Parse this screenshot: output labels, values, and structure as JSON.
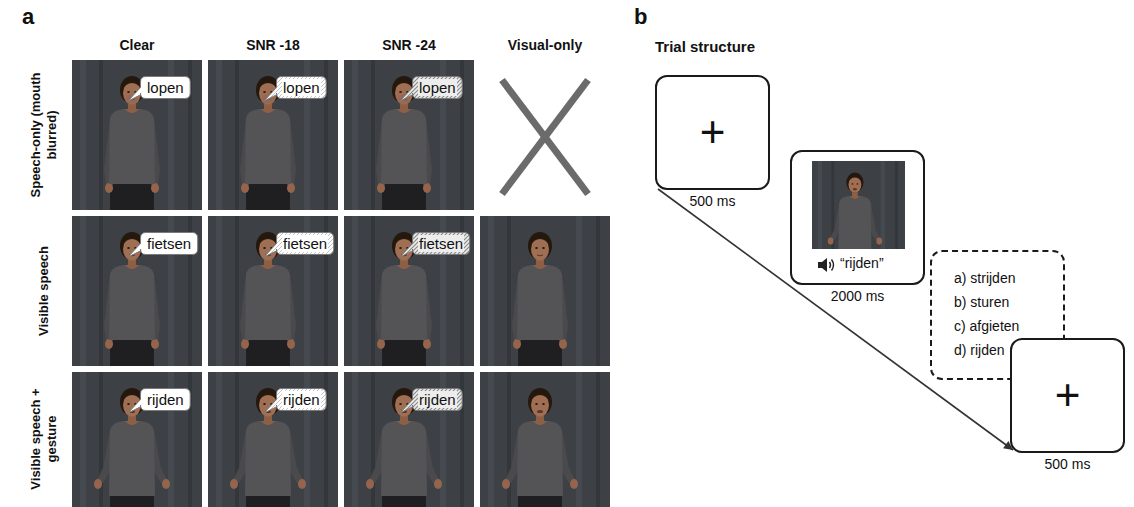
{
  "diagram": {
    "nodes": [
      {
        "text": [
          "lopen"
        ]
      },
      {
        "text": [
          "lopen"
        ]
      },
      {
        "text": [
          "lopen"
        ]
      },
      {
        "text": [
          "fietsen"
        ]
      },
      {
        "text": [
          "fietsen"
        ]
      },
      {
        "text": [
          "fietsen"
        ]
      },
      {
        "text": [
          "rijden"
        ]
      },
      {
        "text": [
          "rijden"
        ]
      },
      {
        "text": [
          "rijden"
        ]
      },
      {
        "text": [
          "+",
          "500 ms"
        ]
      },
      {
        "text": [
          "“rijden”",
          "2000 ms"
        ]
      },
      {
        "text": [
          "a) strijden",
          "b) sturen",
          "c) afgieten",
          "d) rijden"
        ]
      },
      {
        "text": [
          "+",
          "500 ms"
        ]
      }
    ],
    "edges": [
      {
        "from": 9,
        "to": 12,
        "arrow": "to"
      }
    ],
    "labels": [
      "a",
      "Clear",
      "SNR -18",
      "SNR -24",
      "Visual-only",
      "Speech-only (mouth blurred)",
      "Visible speech",
      "Visible speech + gesture",
      "b",
      "Trial structure"
    ]
  }
}
